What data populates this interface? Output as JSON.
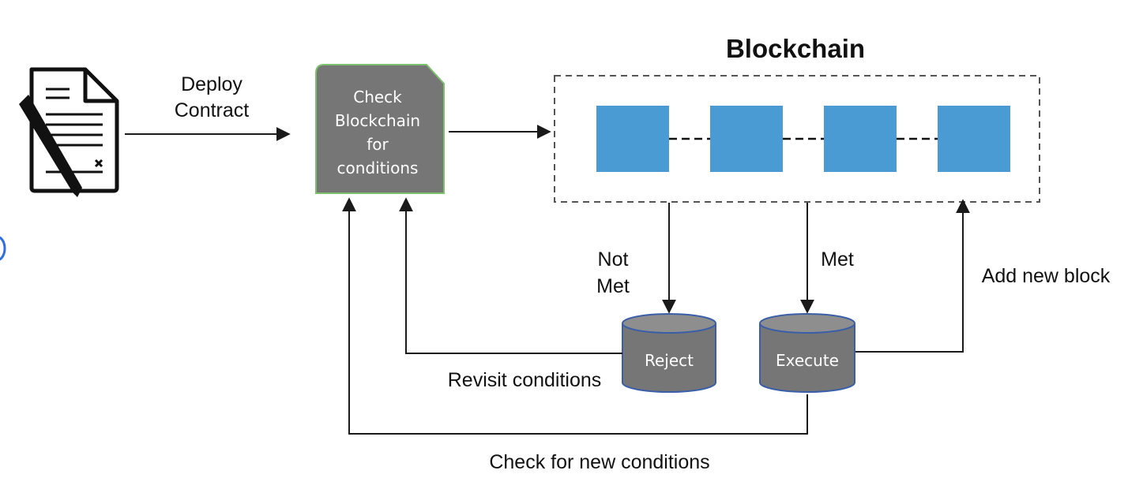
{
  "title": "Blockchain",
  "deploy_label": [
    "Deploy",
    "Contract"
  ],
  "check_node": [
    "Check",
    "Blockchain",
    "for",
    "conditions"
  ],
  "not_met_label": [
    "Not",
    "Met"
  ],
  "met_label": "Met",
  "add_block_label": "Add new block",
  "reject_label": "Reject",
  "execute_label": "Execute",
  "revisit_label": "Revisit conditions",
  "check_new_label": "Check for new conditions",
  "colors": {
    "block": "#4a9ad4",
    "node": "#767676",
    "node_border": "#7cc06c",
    "cylinder_border": "#3a5fa8"
  },
  "icons": {
    "contract": "contract-document-icon"
  }
}
